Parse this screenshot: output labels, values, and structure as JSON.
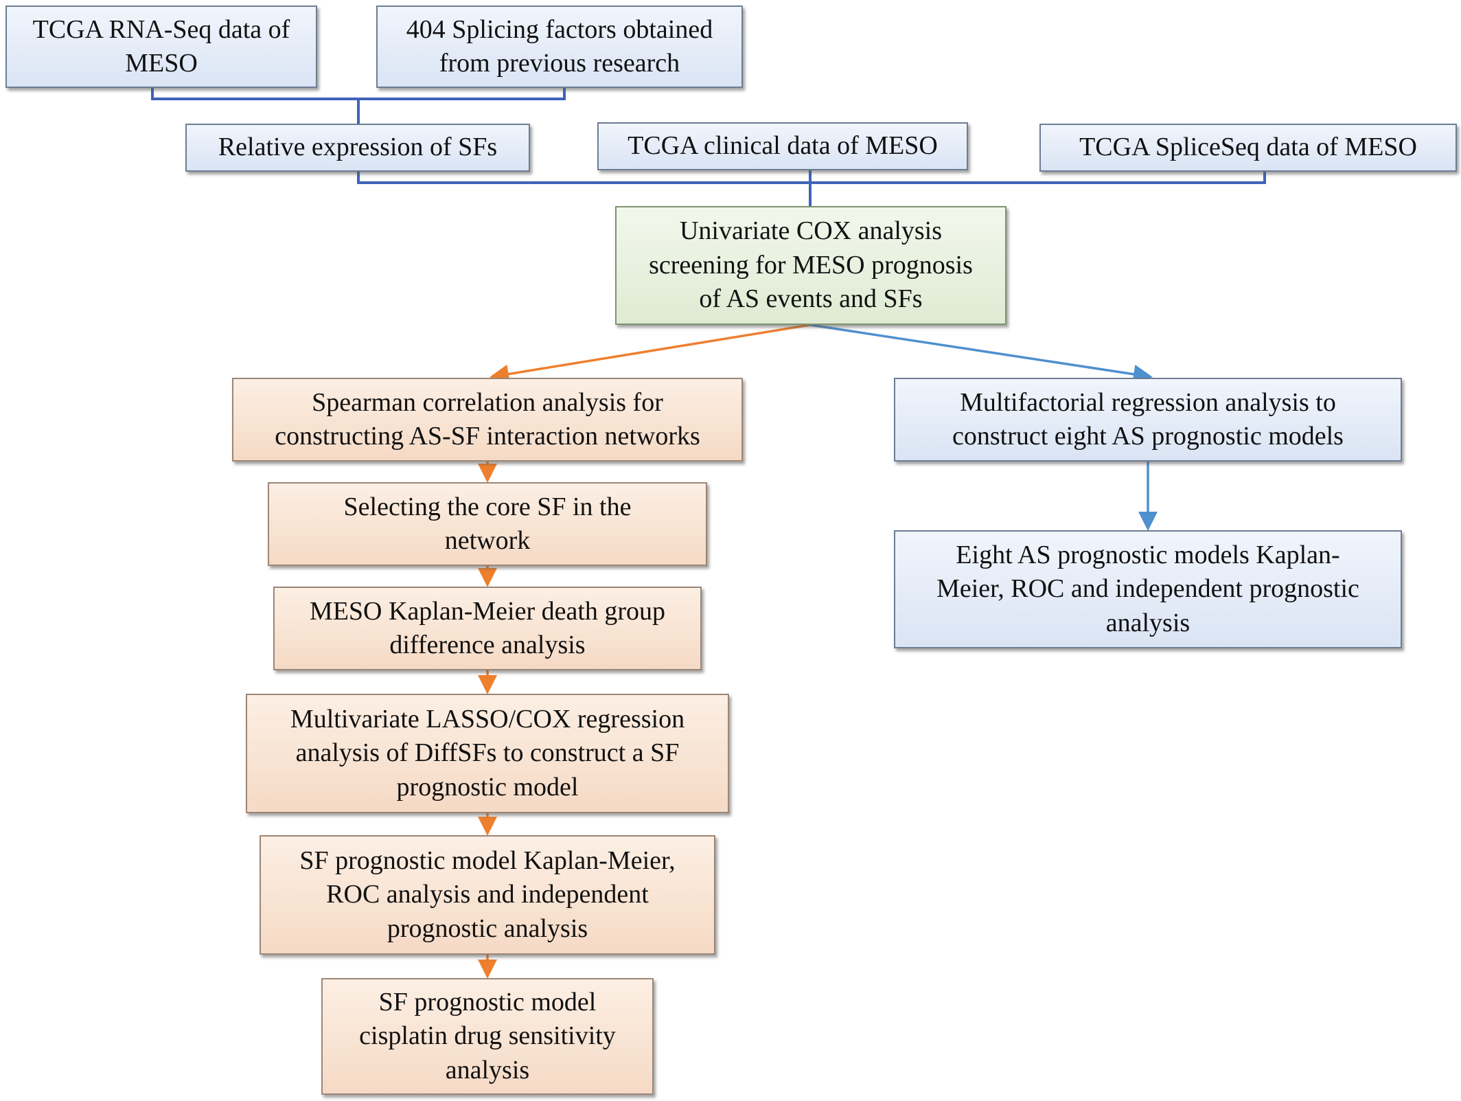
{
  "colors": {
    "connector_blue": "#3f63b8",
    "arrow_orange": "#ee7f2d",
    "arrow_lightblue": "#4f90cf",
    "box_blue": "#dae4f4",
    "box_green": "#dfebd3",
    "box_orange": "#f5dac5"
  },
  "nodes": {
    "tcga_rnaseq": "TCGA RNA-Seq data of\nMESO",
    "splicing_factors": "404 Splicing factors obtained\nfrom previous research",
    "relative_expression": "Relative expression of SFs",
    "clinical_data": "TCGA clinical data of MESO",
    "spliceseq_data": "TCGA SpliceSeq data of MESO",
    "univariate_cox": "Univariate COX analysis\nscreening for MESO prognosis\nof AS events and SFs",
    "spearman": "Spearman correlation analysis for\nconstructing AS-SF interaction networks",
    "core_sf": "Selecting the core SF in the\nnetwork",
    "km_death_group": "MESO Kaplan-Meier death group\ndifference analysis",
    "lasso_cox": "Multivariate LASSO/COX regression\nanalysis of DiffSFs to construct a SF\nprognostic model",
    "sf_km_roc": "SF prognostic model Kaplan-Meier,\nROC analysis and independent\nprognostic analysis",
    "cisplatin": "SF prognostic model\ncisplatin drug sensitivity\nanalysis",
    "multifactorial": "Multifactorial regression analysis to\nconstruct eight  AS prognostic models",
    "eight_models": "Eight AS prognostic models Kaplan-\nMeier, ROC and independent prognostic\nanalysis"
  }
}
